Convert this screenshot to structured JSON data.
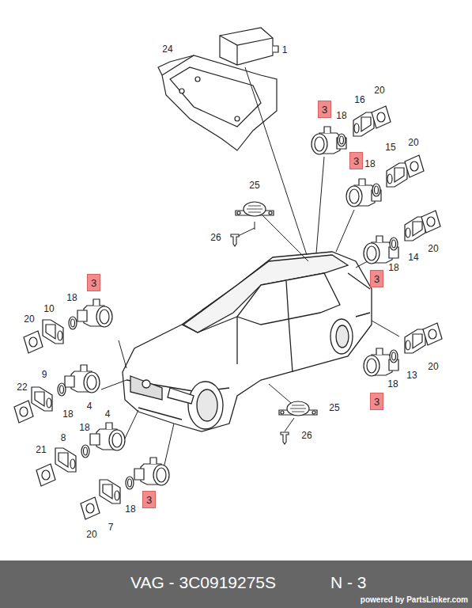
{
  "diagram": {
    "nodes": [
      {
        "text": [
          "3"
        ]
      },
      {
        "text": [
          "3"
        ]
      },
      {
        "text": [
          "3"
        ]
      },
      {
        "text": [
          "3"
        ]
      },
      {
        "text": [
          "3"
        ]
      },
      {
        "text": [
          "3"
        ]
      },
      {
        "text": [
          "VAG - 3C0919275S",
          "N - 3",
          "powered by PartsLinker.com"
        ]
      }
    ],
    "edges": [],
    "labels": [
      "1",
      "24",
      "16",
      "20",
      "18",
      "15",
      "20",
      "18",
      "25",
      "26",
      "20",
      "14",
      "18",
      "18",
      "10",
      "20",
      "20",
      "13",
      "18",
      "9",
      "22",
      "4",
      "18",
      "25",
      "4",
      "18",
      "8",
      "21",
      "26",
      "18",
      "7",
      "20"
    ]
  }
}
